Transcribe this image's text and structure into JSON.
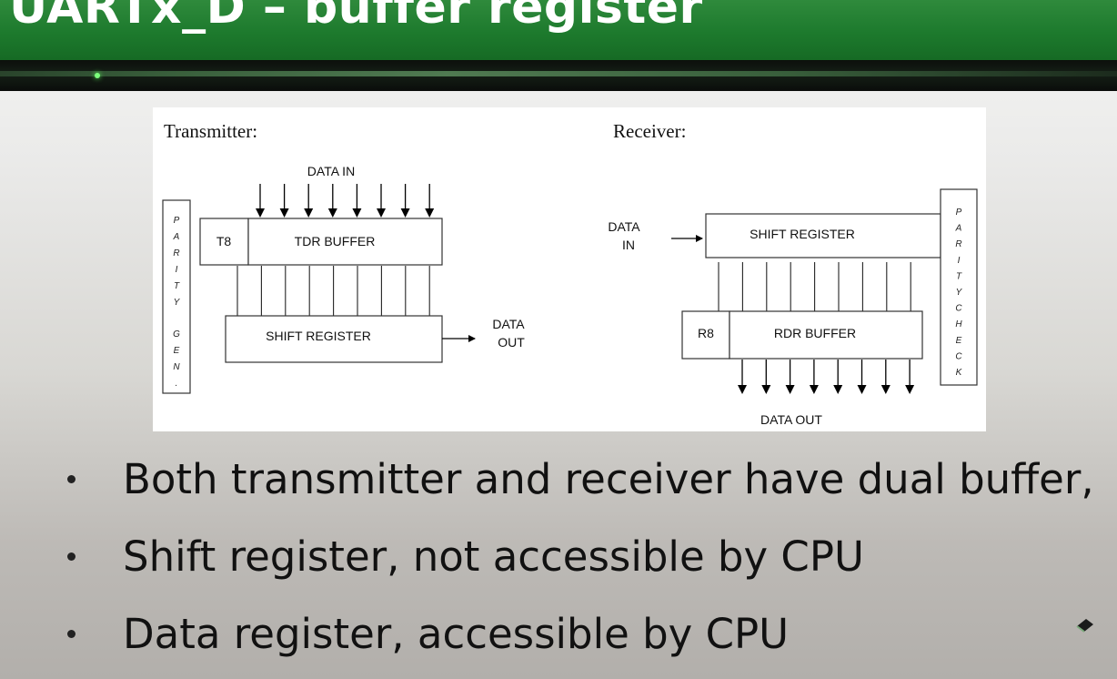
{
  "slide": {
    "title": "UARTx_D – buffer register",
    "bullets": [
      "Both transmitter and receiver have dual buffer,",
      "Shift register, not accessible by CPU",
      "Data register, accessible by CPU"
    ]
  },
  "diagram": {
    "transmitter": {
      "heading": "Transmitter:",
      "data_in_label": "DATA IN",
      "t8_label": "T8",
      "tdr_label": "TDR BUFFER",
      "shift_label": "SHIFT REGISTER",
      "data_out_label_1": "DATA",
      "data_out_label_2": "OUT",
      "parity_letters": [
        "P",
        "A",
        "R",
        "I",
        "T",
        "Y",
        "G",
        "E",
        "N",
        "."
      ]
    },
    "receiver": {
      "heading": "Receiver:",
      "data_in_label_1": "DATA",
      "data_in_label_2": "IN",
      "shift_label": "SHIFT REGISTER",
      "r8_label": "R8",
      "rdr_label": "RDR BUFFER",
      "data_out_label": "DATA OUT",
      "parity_letters": [
        "P",
        "A",
        "R",
        "I",
        "T",
        "Y",
        "C",
        "H",
        "E",
        "C",
        "K"
      ]
    }
  },
  "icons": {
    "annotation": "pen-icon"
  },
  "colors": {
    "title_bar": "#1d7a2d",
    "title_text": "#ffffff"
  }
}
